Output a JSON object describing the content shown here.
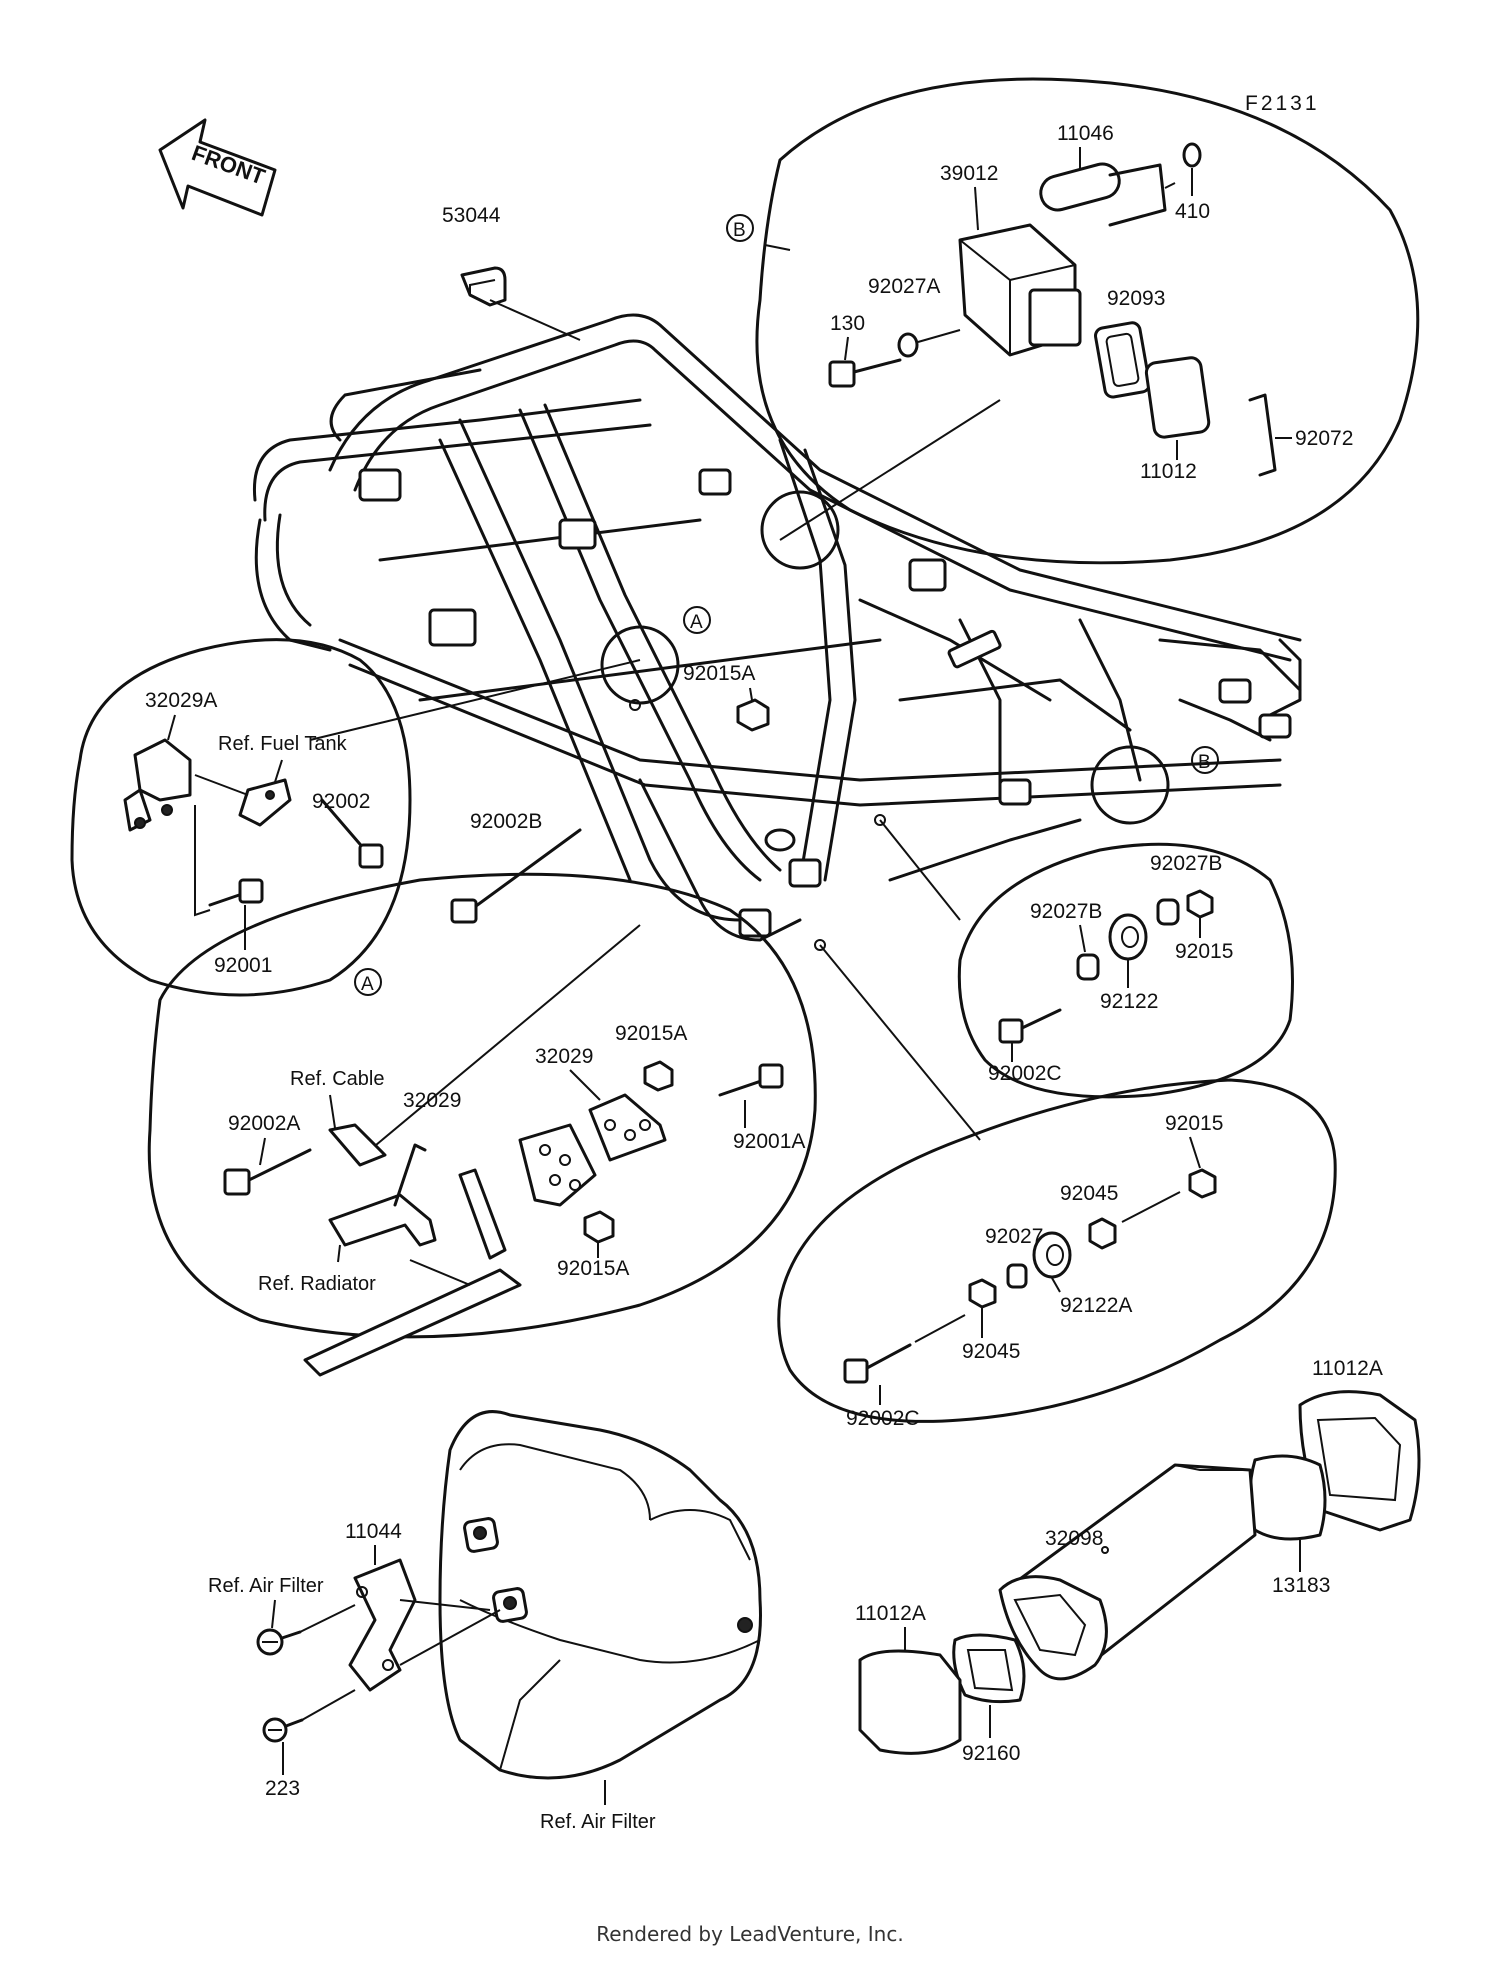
{
  "diagram_code": "F2131",
  "front_arrow_label": "FRONT",
  "circle_markers": {
    "a": "A",
    "b": "B"
  },
  "refs": {
    "fuel_tank": "Ref. Fuel Tank",
    "cable": "Ref. Cable",
    "radiator": "Ref. Radiator",
    "air_filter_small": "Ref. Air Filter",
    "air_filter_large": "Ref. Air Filter"
  },
  "parts": {
    "p53044": "53044",
    "p11046": "11046",
    "p410": "410",
    "p39012": "39012",
    "p92027A": "92027A",
    "p130": "130",
    "p92093": "92093",
    "p11012": "11012",
    "p92072": "92072",
    "p32029A": "32029A",
    "p92002": "92002",
    "p92001": "92001",
    "p92002B": "92002B",
    "p92015A_top": "92015A",
    "p92027B_a": "92027B",
    "p92027B_b": "92027B",
    "p92015_a": "92015",
    "p92122": "92122",
    "p92002C_a": "92002C",
    "p92015A_b": "92015A",
    "p32029_a": "32029",
    "p32029_b": "32029",
    "p92002A": "92002A",
    "p92001A": "92001A",
    "p92015A_c": "92015A",
    "p92015_b": "92015",
    "p92045_a": "92045",
    "p92027": "92027",
    "p92122A": "92122A",
    "p92045_b": "92045",
    "p92002C_b": "92002C",
    "p11012A_a": "11012A",
    "p13183": "13183",
    "p32098": "32098",
    "p11012A_b": "11012A",
    "p92160": "92160",
    "p11044": "11044",
    "p223": "223"
  },
  "footer": "Rendered by LeadVenture, Inc."
}
